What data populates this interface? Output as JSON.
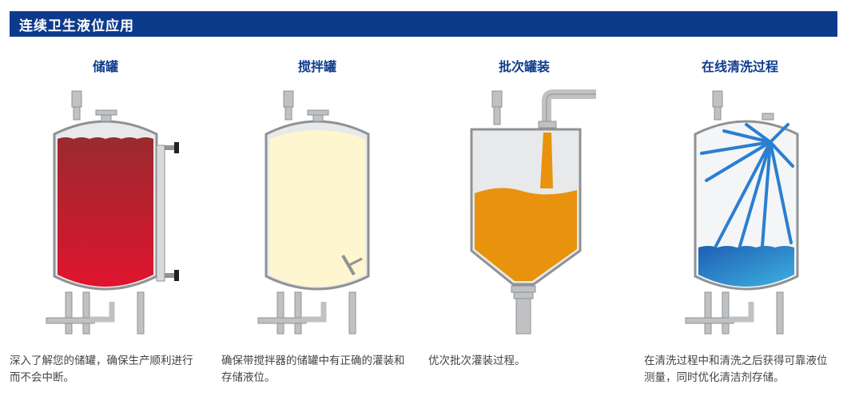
{
  "header": {
    "title": "连续卫生液位应用"
  },
  "colors": {
    "brand": "#0d3b8c",
    "steel": "#bfc1c3",
    "steel_dark": "#8f9294",
    "red_top": "#9a2a2e",
    "red_bottom": "#e0142e",
    "cream": "#fdf6cf",
    "orange": "#e8920e",
    "blue_top": "#1d5fb4",
    "blue_bottom": "#3fb0e0"
  },
  "columns": [
    {
      "title": "储罐",
      "description": "深入了解您的储罐，确保生产顺利进行而不会中断。",
      "icon": "storage-tank-icon"
    },
    {
      "title": "搅拌罐",
      "description": "确保带搅拌器的储罐中有正确的灌装和存储液位。",
      "icon": "mixing-tank-icon"
    },
    {
      "title": "批次罐装",
      "description": "优次批次灌装过程。",
      "icon": "batch-filling-icon"
    },
    {
      "title": "在线清洗过程",
      "description": "在清洗过程中和清洗之后获得可靠液位测量，同时优化清洁剂存储。",
      "icon": "cip-tank-icon"
    }
  ]
}
